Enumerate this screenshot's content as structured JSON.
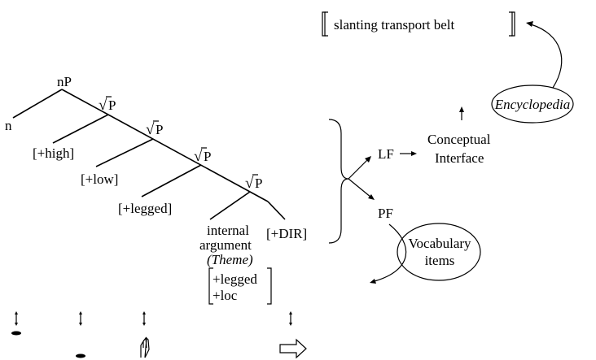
{
  "tree": {
    "np_label": "nP",
    "n_label": "n",
    "root_symbol": "√",
    "root_p": "P",
    "features": [
      "[+high]",
      "[+low]",
      "[+legged]",
      "[+DIR]"
    ],
    "internal_argument": [
      "internal",
      "argument"
    ],
    "theme": "(Theme)",
    "theme_features": [
      "+legged",
      "+loc"
    ]
  },
  "interfaces": {
    "lf": "LF",
    "pf": "PF",
    "conceptual": [
      "Conceptual",
      "Interface"
    ],
    "encyclopedia": "Encyclopedia",
    "vocabulary": [
      "Vocabulary",
      "items"
    ],
    "denotation": "slanting transport belt"
  }
}
